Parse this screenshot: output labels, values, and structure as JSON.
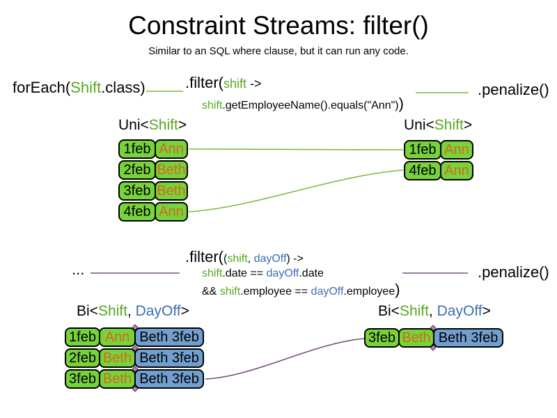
{
  "title": "Constraint Streams: filter()",
  "subtitle": "Similar to an SQL where clause, but it can run any code.",
  "palette": {
    "code_green": "#55A81E",
    "code_blue": "#3C6EB4",
    "name_orange": "#D2691E",
    "cell_green": "#77D23B",
    "cell_blue": "#729FCF",
    "line_green": "#7CB83E",
    "line_purple": "#75507B",
    "diamond_fill": "#B585AD",
    "diamond_stroke": "#5C3566"
  },
  "flow_top": {
    "source": [
      "forEach(",
      "Shift",
      ".class)"
    ],
    "filter_line1": [
      ".filter(",
      "shift",
      " ->"
    ],
    "filter_line2": [
      "shift",
      ".getEmployeeName().equals(\"Ann\")",
      ")"
    ],
    "penalize": ".penalize()",
    "left": {
      "header": [
        "Uni<",
        "Shift",
        ">"
      ],
      "rows": [
        {
          "date": "1feb",
          "name": "Ann"
        },
        {
          "date": "2feb",
          "name": "Beth"
        },
        {
          "date": "3feb",
          "name": "Beth"
        },
        {
          "date": "4feb",
          "name": "Ann"
        }
      ]
    },
    "right": {
      "header": [
        "Uni<",
        "Shift",
        ">"
      ],
      "rows": [
        {
          "date": "1feb",
          "name": "Ann"
        },
        {
          "date": "4feb",
          "name": "Ann"
        }
      ]
    }
  },
  "flow_bottom": {
    "source": "...",
    "filter_line1": [
      ".filter(",
      "(",
      "shift",
      ", ",
      "dayOff",
      ") ->"
    ],
    "filter_line2": [
      "shift",
      ".date == ",
      "dayOff",
      ".date"
    ],
    "filter_line3": [
      "&& ",
      "shift",
      ".employee == ",
      "dayOff",
      ".employee",
      ")"
    ],
    "penalize": ".penalize()",
    "left": {
      "header": [
        "Bi<",
        "Shift",
        ", ",
        "DayOff",
        ">"
      ],
      "rows": [
        {
          "date": "1feb",
          "name": "Ann",
          "pair": "Beth 3feb"
        },
        {
          "date": "2feb",
          "name": "Beth",
          "pair": "Beth 3feb"
        },
        {
          "date": "3feb",
          "name": "Beth",
          "pair": "Beth 3feb"
        }
      ]
    },
    "right": {
      "header": [
        "Bi<",
        "Shift",
        ", ",
        "DayOff",
        ">"
      ],
      "rows": [
        {
          "date": "3feb",
          "name": "Beth",
          "pair": "Beth 3feb"
        }
      ]
    }
  }
}
